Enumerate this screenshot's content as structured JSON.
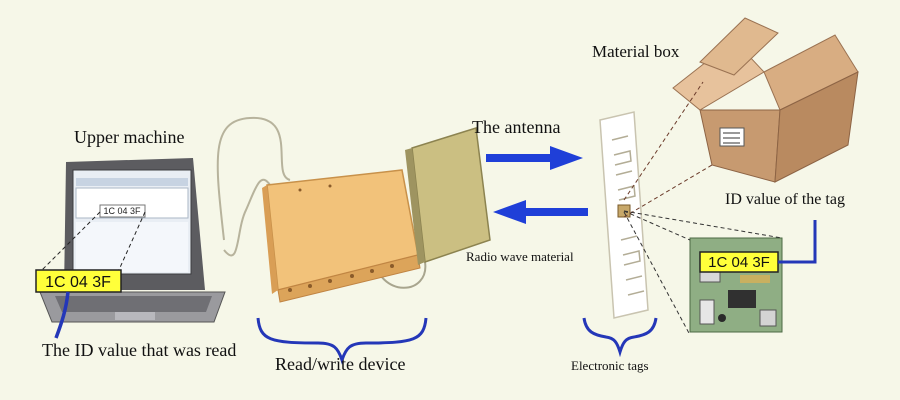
{
  "labels": {
    "material_box": "Material box",
    "upper_machine": "Upper machine",
    "the_antenna": "The antenna",
    "id_value_of_tag": "ID value of the tag",
    "radio_wave_material": "Radio wave material",
    "id_value_read": "The ID value that was read",
    "read_write_device": "Read/write device",
    "electronic_tags": "Electronic tags"
  },
  "ids": {
    "laptop_screen_id": "1C 04 3F",
    "laptop_callout_id": "1C 04 3F",
    "tag_callout_id": "1C 04 3F"
  },
  "colors": {
    "background": "#f6f7e8",
    "arrow_blue": "#1f3fd8",
    "brace_blue": "#2437b8",
    "callout_yellow": "#ffff3a",
    "device_orange": "#f2c27a",
    "antenna_olive": "#cbbf82",
    "box_cardboard": "#c79a70",
    "dashed_line": "#6b3b2a"
  },
  "icons": [
    "laptop-icon",
    "reader-device-icon",
    "antenna-panel-icon",
    "rfid-tag-icon",
    "cardboard-box-icon",
    "circuit-board-icon"
  ]
}
